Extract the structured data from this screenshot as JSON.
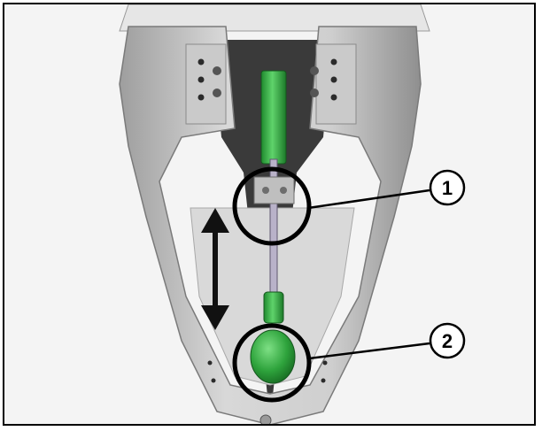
{
  "callouts": [
    {
      "number": "1",
      "part": "hydraulic-cylinder-joint"
    },
    {
      "number": "2",
      "part": "cylinder-end-fitting"
    }
  ],
  "colors": {
    "frame_grey": "#c4c4c4",
    "frame_light": "#e2e2e2",
    "cylinder_green": "#39b54a",
    "shadow": "#3a3a3a",
    "outline": "#000000"
  }
}
